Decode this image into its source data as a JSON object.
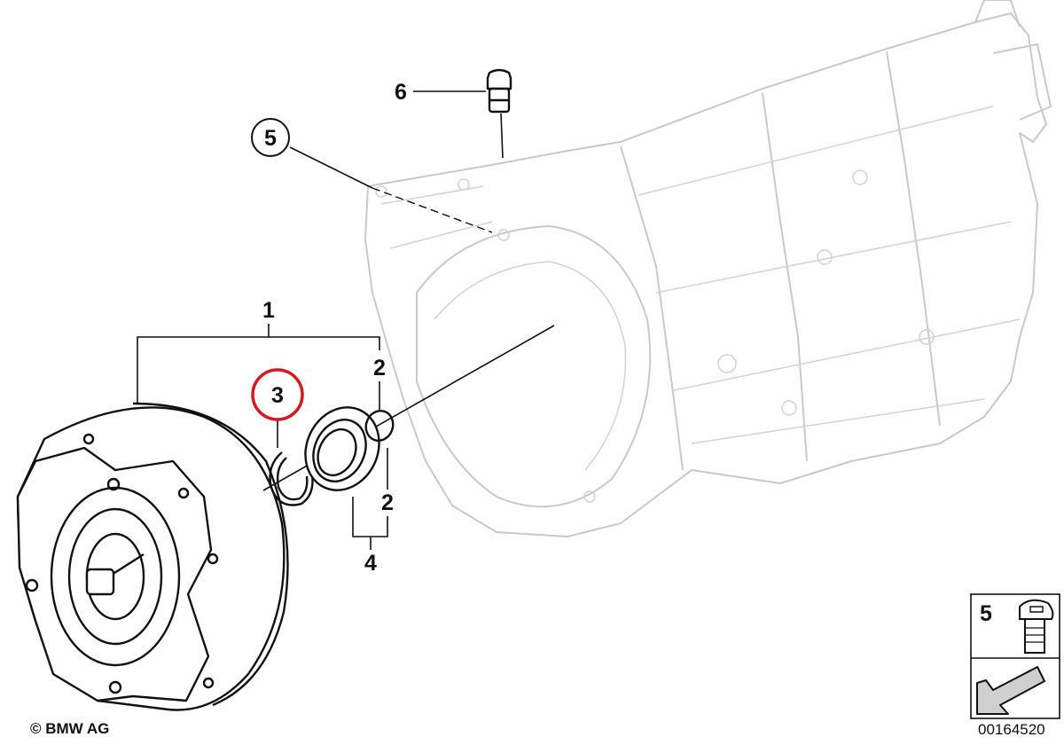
{
  "callouts": {
    "c1": "1",
    "c2a": "2",
    "c2b": "2",
    "c3": "3",
    "c4": "4",
    "c5": "5",
    "c6": "6"
  },
  "inset": {
    "label": "5"
  },
  "footer": {
    "copyright": "© BMW AG",
    "diagram_id": "00164520"
  },
  "colors": {
    "highlight_circle": "#d7191f",
    "line_art": "#111111",
    "ghost_housing": "#c9c9c9"
  }
}
